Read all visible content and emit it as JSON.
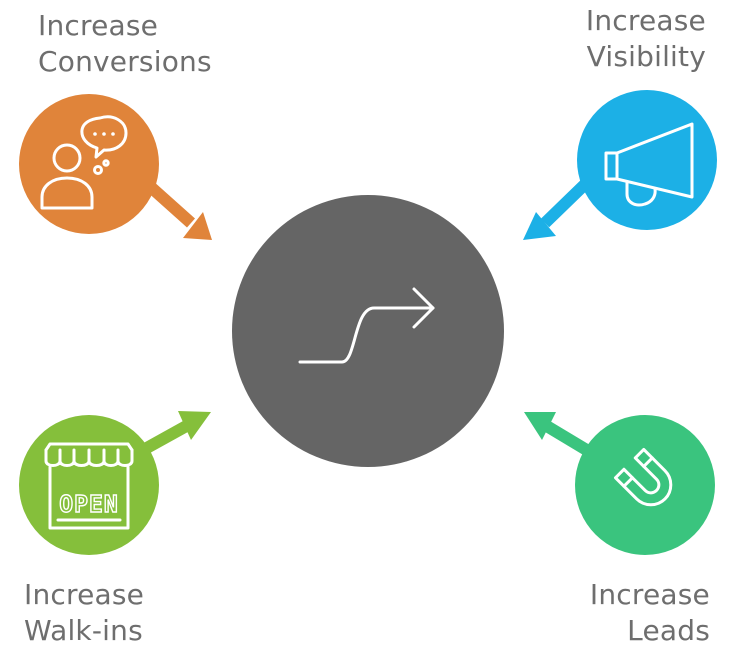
{
  "colors": {
    "center": "#656565",
    "conversions": "#e0843a",
    "visibility": "#1cb0e6",
    "walkins": "#85bf3b",
    "leads": "#3ac47e",
    "icon_stroke": "#ffffff",
    "label_text": "#6e6e6e"
  },
  "center": {
    "icon": "curved-arrow-icon"
  },
  "nodes": {
    "conversions": {
      "label_line1": "Increase",
      "label_line2": "Conversions",
      "icon": "person-chat-bubble-icon"
    },
    "visibility": {
      "label_line1": "Increase",
      "label_line2": "Visibility",
      "icon": "megaphone-icon"
    },
    "walkins": {
      "label_line1": "Increase",
      "label_line2": "Walk-ins",
      "icon": "open-storefront-icon",
      "sign_text": "OPEN"
    },
    "leads": {
      "label_line1": "Increase",
      "label_line2": "Leads",
      "icon": "magnet-icon"
    }
  }
}
